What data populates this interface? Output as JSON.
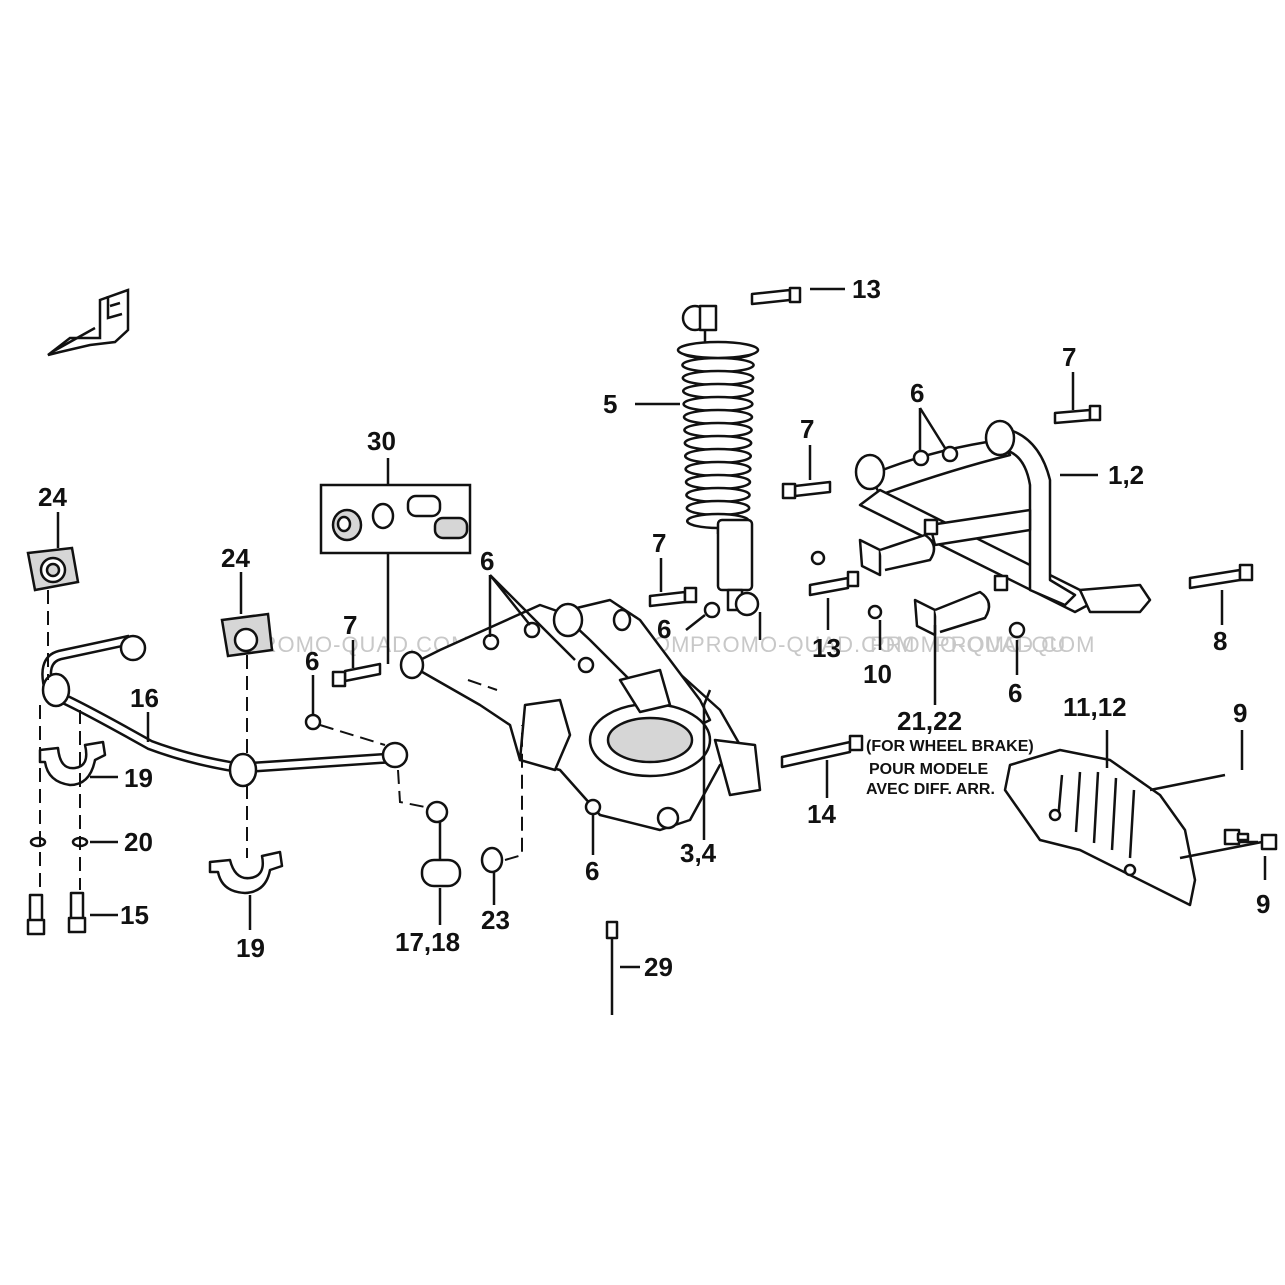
{
  "diagram": {
    "callouts": {
      "c13_top": "13",
      "c5": "5",
      "c7_right": "7",
      "c6_right": "6",
      "c7_mid": "7",
      "c1_2": "1,2",
      "c30": "30",
      "c24_left": "24",
      "c24_mid": "24",
      "c7_center": "7",
      "c6_center_group": "6",
      "c7_left": "7",
      "c6_left": "6",
      "c6_ring": "6",
      "c13_mid": "13",
      "c8": "8",
      "c10": "10",
      "c6_far": "6",
      "c16": "16",
      "c21_22": "21,22",
      "c11_12": "11,12",
      "c9_top": "9",
      "c9_bottom": "9",
      "c14": "14",
      "c19_left": "19",
      "c20": "20",
      "c15": "15",
      "c19_bottom": "19",
      "c17_18": "17,18",
      "c23": "23",
      "c6_bottom": "6",
      "c3_4": "3,4",
      "c29": "29"
    },
    "notes": {
      "for_wheel_brake": "(FOR WHEEL BRAKE)",
      "pour_modele": "POUR MODELE",
      "avec_diff": "AVEC DIFF. ARR."
    },
    "watermark": {
      "text_1": "PROMO-QUAD.COM",
      "text_2": "PROMO-QUAD.COM",
      "text_3": "PROMO-QUAD.COM",
      "text_4": "PROMO-QUAD.COM",
      "text_5": "PROMO-QU"
    },
    "front_marker": {
      "letter": "F",
      "icon": "front-direction-arrow-icon"
    }
  }
}
